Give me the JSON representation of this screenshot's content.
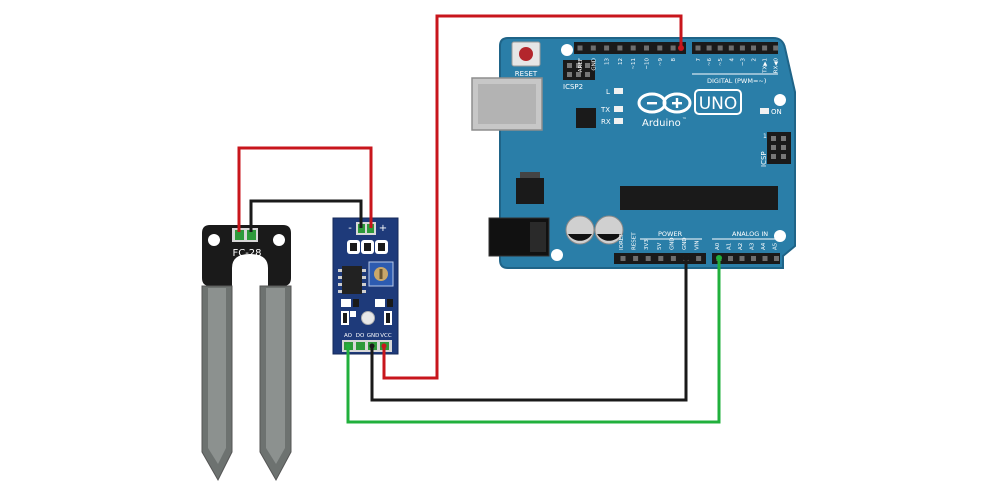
{
  "sensor_probe": {
    "label": "FC-28"
  },
  "module": {
    "top_pins": {
      "minus": "-",
      "plus": "+"
    },
    "bottom_pins": {
      "ao": "AO",
      "do": "DO",
      "gnd": "GND",
      "vcc": "VCC"
    }
  },
  "arduino": {
    "reset_label": "RESET",
    "icsp2_label": "ICSP2",
    "icsp_label": "ICSP",
    "icsp_pin1": "1",
    "brand": "Arduino",
    "trademark": "™",
    "model": "UNO",
    "led_l": "L",
    "led_tx": "TX",
    "led_rx": "RX",
    "led_on": "ON",
    "digital_header_label": "DIGITAL (PWM=~)",
    "power_header_label": "POWER",
    "analog_header_label": "ANALOG IN",
    "digital_pins": [
      "AREF",
      "GND",
      "13",
      "12",
      "~11",
      "~10",
      "~9",
      "8",
      "7",
      "~6",
      "~5",
      "4",
      "~3",
      "2",
      "TX▶1",
      "RX◀0"
    ],
    "power_pins": [
      "IOREF",
      "RESET",
      "3V3",
      "5V",
      "GND",
      "GND",
      "VIN"
    ],
    "analog_pins": [
      "A0",
      "A1",
      "A2",
      "A3",
      "A4",
      "A5"
    ]
  },
  "colors": {
    "board": "#2a7ea8",
    "board_edge": "#1f6488",
    "module_pcb": "#1e3a7a",
    "probe": "#1a1a1a",
    "probe_metal": "#7b7f7e",
    "wire_red": "#c8161c",
    "wire_black": "#1a1a1a",
    "wire_green": "#21b03c"
  }
}
